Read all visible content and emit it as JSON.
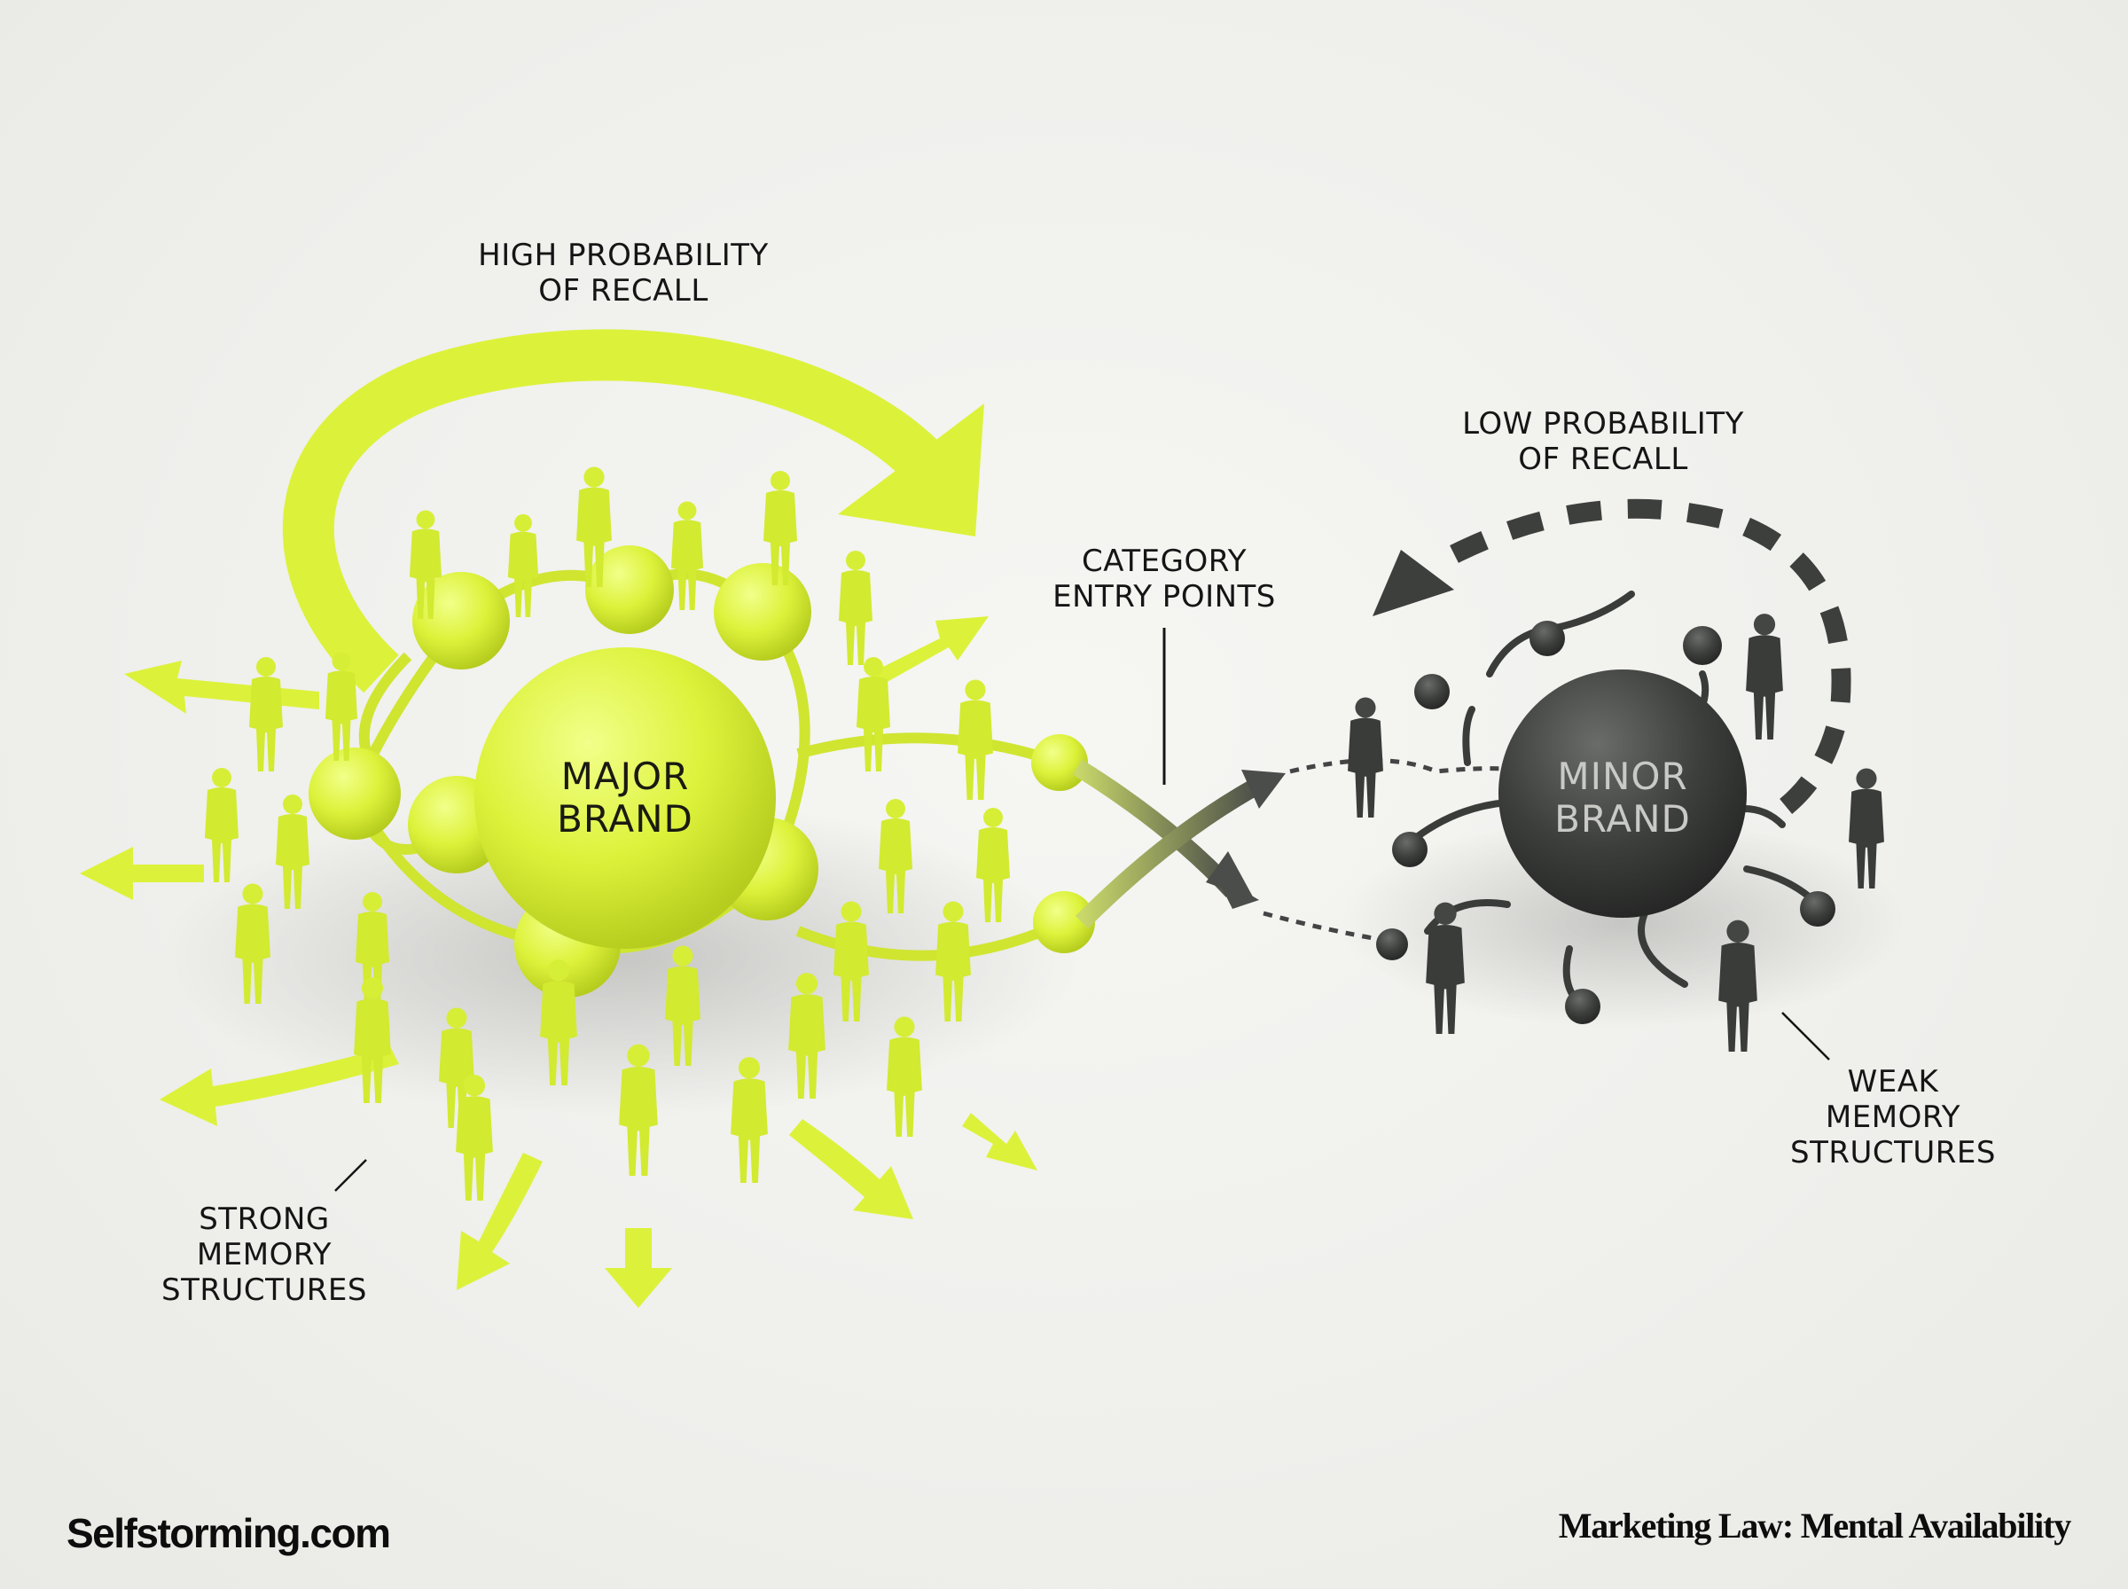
{
  "diagram": {
    "title": "Marketing Law: Mental Availability",
    "colors": {
      "background": "#efefec",
      "major_brand": "#dcf23a",
      "major_brand_shade": "#c6dc2a",
      "minor_brand": "#3d3f3d",
      "text": "#151515",
      "minor_text": "#c9c9c6"
    },
    "labels": {
      "high_recall": {
        "line1": "HIGH PROBABILITY",
        "line2": "OF RECALL"
      },
      "low_recall": {
        "line1": "LOW PROBABILITY",
        "line2": "OF RECALL"
      },
      "category_entry": {
        "line1": "CATEGORY",
        "line2": "ENTRY POINTS"
      },
      "strong_memory": {
        "line1": "STRONG",
        "line2": "MEMORY",
        "line3": "STRUCTURES"
      },
      "weak_memory": {
        "line1": "WEAK",
        "line2": "MEMORY",
        "line3": "STRUCTURES"
      }
    },
    "nodes": {
      "major": {
        "line1": "MAJOR",
        "line2": "BRAND"
      },
      "minor": {
        "line1": "MINOR",
        "line2": "BRAND"
      }
    },
    "icons": {
      "major_recall_arrow": "solid-circular-arrow",
      "minor_recall_arrow": "dashed-circular-arrow",
      "entry_points": "crossing-arrows",
      "people": "person-figurine"
    }
  },
  "footer": {
    "brand": "Selfstorming.com",
    "title": "Marketing Law: Mental Availability"
  }
}
